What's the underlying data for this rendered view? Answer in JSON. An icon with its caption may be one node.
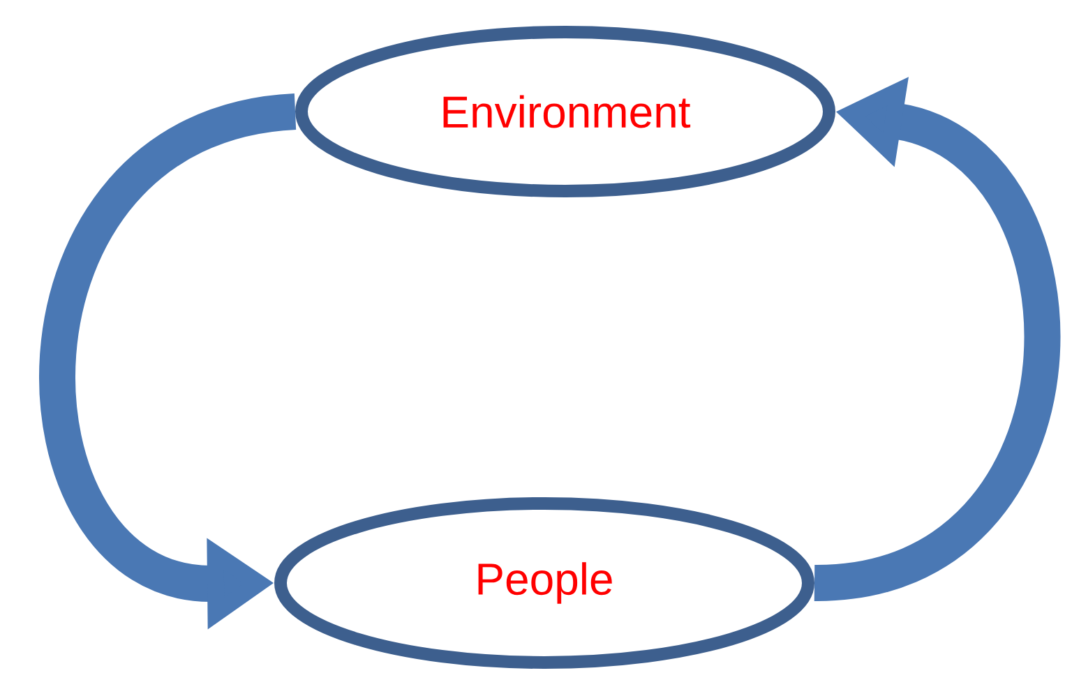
{
  "diagram": {
    "nodes": [
      {
        "text": [
          "Environment"
        ]
      },
      {
        "text": [
          "People"
        ]
      }
    ],
    "edges": [
      {
        "from": 0,
        "to": 1,
        "arrow": "to"
      },
      {
        "from": 1,
        "to": 0,
        "arrow": "to"
      }
    ]
  }
}
